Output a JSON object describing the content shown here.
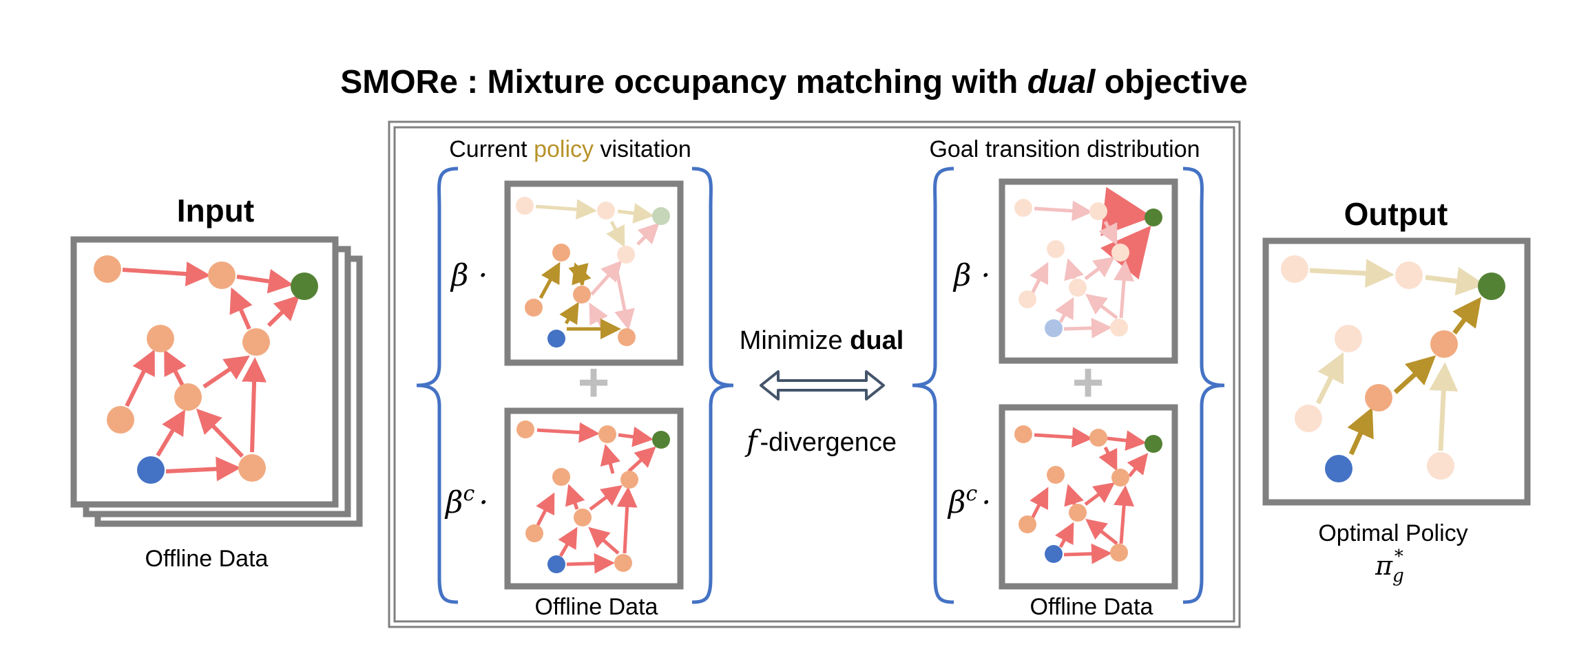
{
  "title": {
    "before": "SMORe : Mixture occupancy matching with ",
    "emph": "dual",
    "after": " objective"
  },
  "input": {
    "heading": "Input",
    "caption": "Offline Data"
  },
  "output": {
    "heading": "Output",
    "caption": "Optimal Policy",
    "symbol_main": "π",
    "symbol_sub": "g",
    "symbol_sup": "*"
  },
  "left_group": {
    "label_before": "Current ",
    "label_highlight": "policy",
    "label_after": " visitation",
    "beta": "β ·",
    "beta_c_main": "β",
    "beta_c_sup": "c",
    "beta_c_dot": "·",
    "caption": "Offline Data"
  },
  "right_group": {
    "label": "Goal transition distribution",
    "beta": "β ·",
    "beta_c_main": "β",
    "beta_c_sup": "c",
    "beta_c_dot": "·",
    "caption": "Offline Data"
  },
  "center": {
    "minimize_before": "Minimize ",
    "minimize_emph": "dual",
    "f_symbol": "f",
    "divergence": "-divergence"
  },
  "colors": {
    "frame": "#808080",
    "node": "#f1aa80",
    "edge": "#ef6f6f",
    "start": "#4472c4",
    "goal": "#548235",
    "policy": "#b8922a",
    "brace": "#4472c4",
    "arrow": "#44546a"
  }
}
